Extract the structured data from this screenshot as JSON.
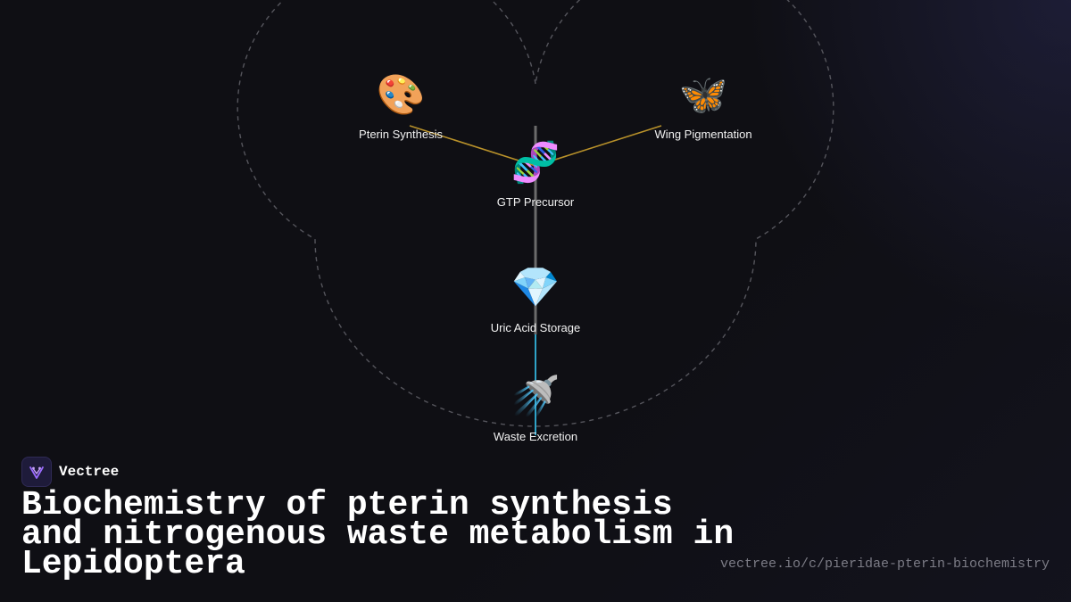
{
  "brand": {
    "name": "Vectree"
  },
  "title": "Biochemistry of pterin synthesis and nitrogenous waste metabolism in Lepidoptera",
  "url": "vectree.io/c/pieridae-pterin-biochemistry",
  "colors": {
    "background": "#0f0f14",
    "edge_gold": "#b8912a",
    "edge_cyan": "#2fa3c7",
    "spine": "#6b6b6b",
    "dashed_outline": "#55555c"
  },
  "nodes": {
    "pterin": {
      "label": "Pterin Synthesis",
      "icon": "🎨",
      "icon_name": "palette-icon"
    },
    "wing": {
      "label": "Wing Pigmentation",
      "icon": "🦋",
      "icon_name": "butterfly-icon"
    },
    "gtp": {
      "label": "GTP Precursor",
      "icon": "🧬",
      "icon_name": "dna-icon"
    },
    "uric": {
      "label": "Uric Acid Storage",
      "icon": "💎",
      "icon_name": "gem-icon"
    },
    "waste": {
      "label": "Waste Excretion",
      "icon": "🚿",
      "icon_name": "shower-icon"
    }
  }
}
